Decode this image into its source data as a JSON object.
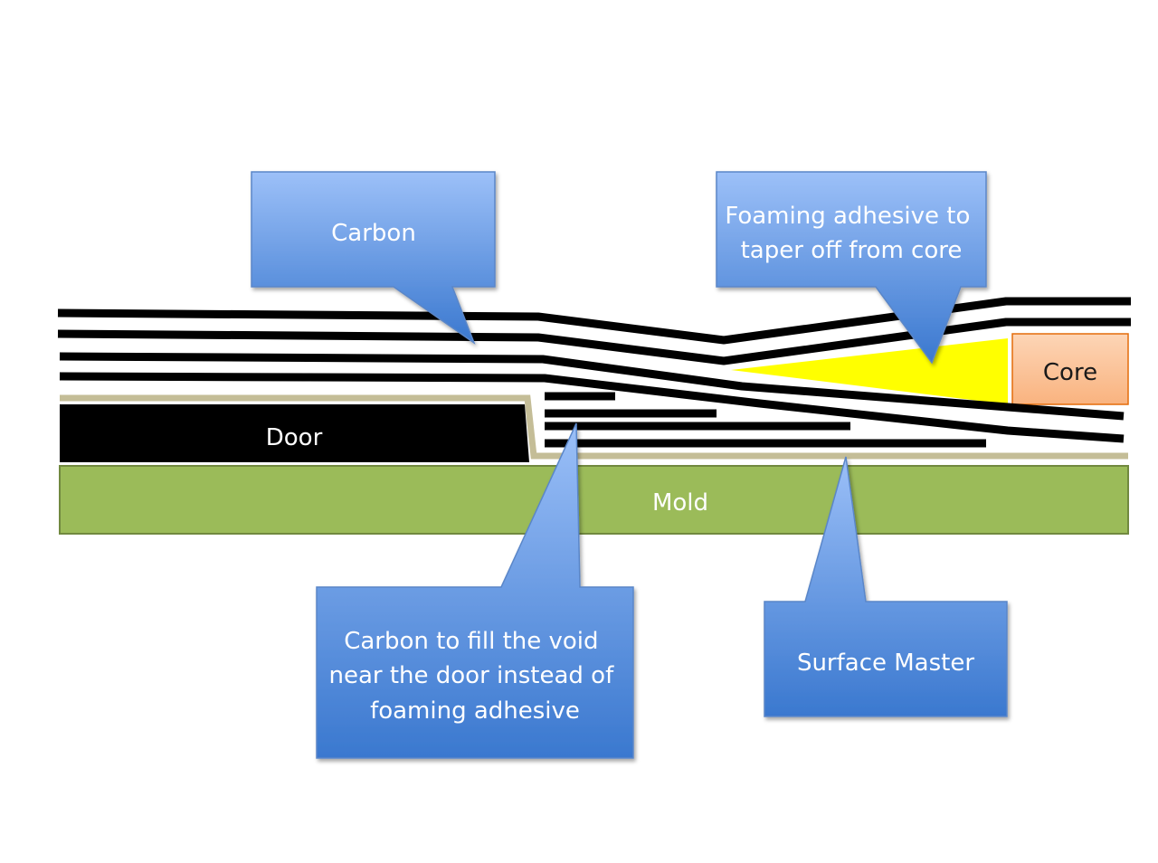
{
  "labels": {
    "door": "Door",
    "mold": "Mold",
    "core": "Core"
  },
  "callouts": {
    "carbon": "Carbon",
    "foaming_adhesive": [
      "Foaming adhesive to",
      "taper off from core"
    ],
    "carbon_fill": [
      "Carbon to fill the void",
      "near the door instead of",
      "foaming adhesive"
    ],
    "surface_master": "Surface Master"
  },
  "colors": {
    "mold": "#9bbb59",
    "mold_border": "#71893f",
    "door": "#000000",
    "surface_master": "#c4bd97",
    "core": "#fbc29a",
    "core_border": "#e46c0a",
    "foaming_adhesive": "#ffff00",
    "callout_top": "#95b9f5",
    "callout_bottom": "#3c7bd1",
    "callout_border": "#5a86c8",
    "carbon_ply": "#000000"
  }
}
